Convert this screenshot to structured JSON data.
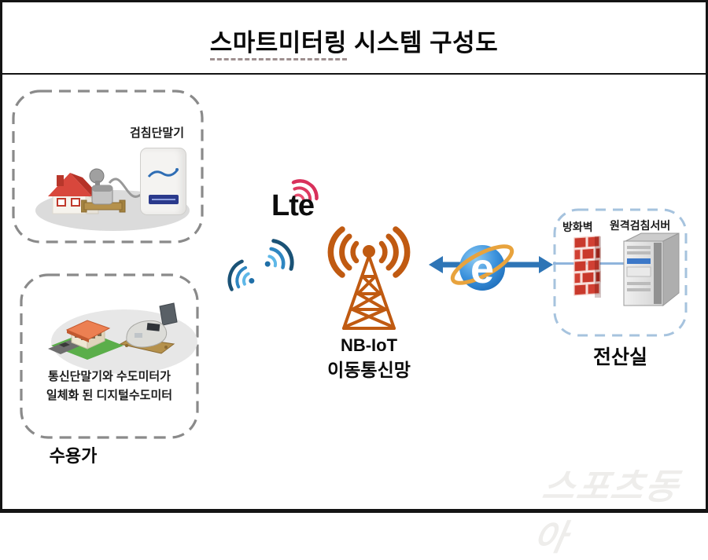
{
  "title": {
    "part1": "스마트미터링",
    "part2": " 시스템 구성도"
  },
  "customer": {
    "top_box": {
      "device_label": "검침단말기"
    },
    "bottom_box": {
      "caption_line1": "통신단말기와 수도미터가",
      "caption_line2": "일체화 된 디지털수도미터"
    },
    "label": "수용가"
  },
  "network": {
    "lte_text": "Lte",
    "ie_letter": "e",
    "tower_label1": "NB-IoT",
    "tower_label2": "이동통신망"
  },
  "server_room": {
    "firewall_label": "방화벽",
    "server_label": "원격검침서버",
    "room_label": "전산실"
  },
  "watermark": "스포츠동아",
  "colors": {
    "tower_orange": "#C05A11",
    "wifi_blue_dark": "#1A5276",
    "wifi_blue_light": "#5FB8E8",
    "lte_red": "#D8315B",
    "arrow_blue": "#2E75B6",
    "box_dash_gray": "#8A8A8A",
    "box_dash_blue": "#A6C3DE",
    "firewall_red": "#C9392C",
    "ie_blue": "#2E86D8",
    "ie_ring_gold": "#E8A33D"
  }
}
